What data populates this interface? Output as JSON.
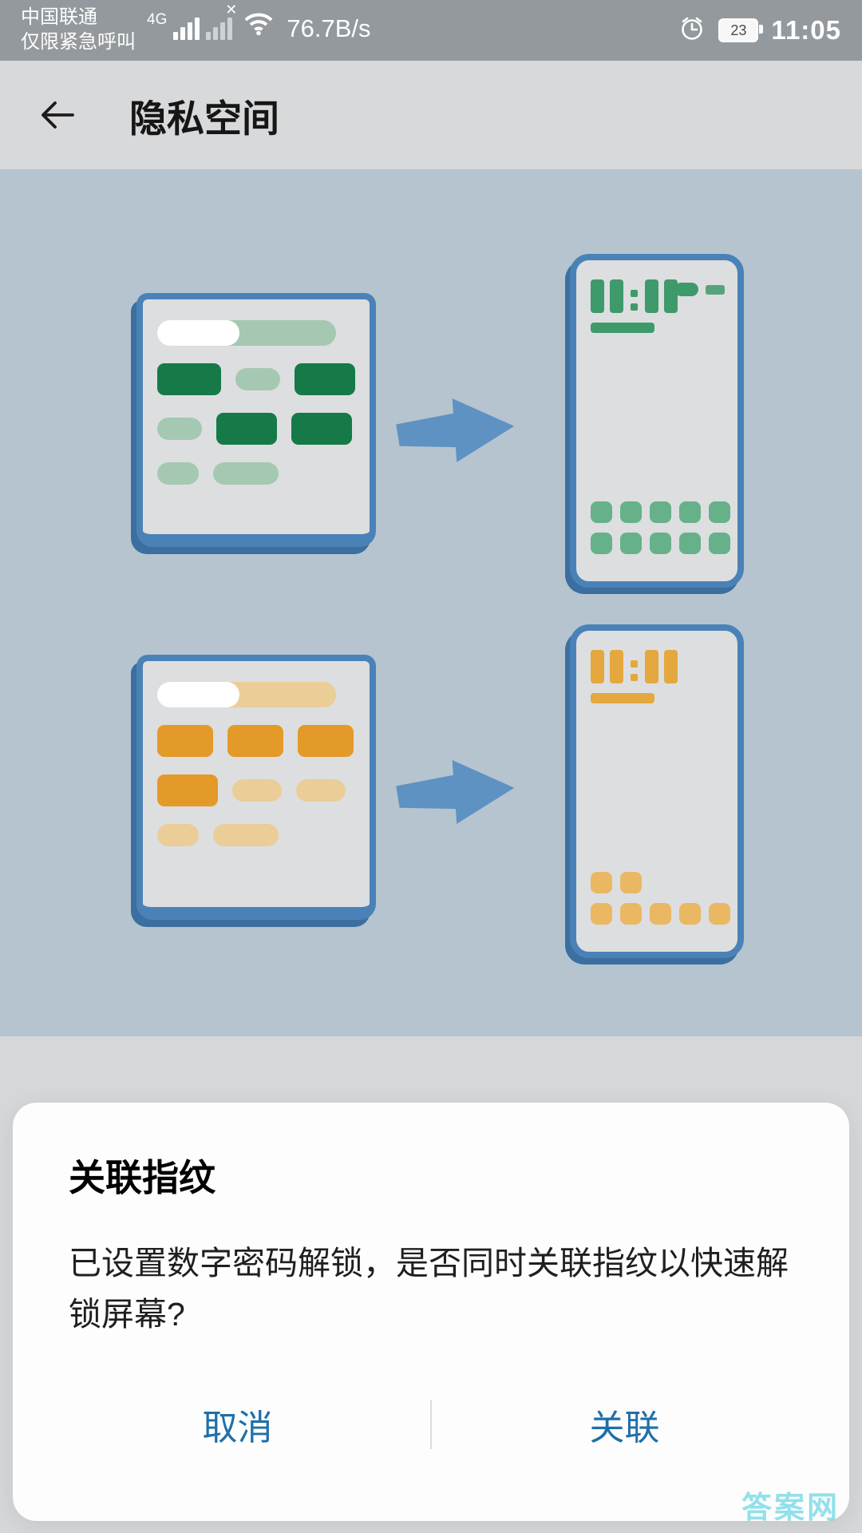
{
  "status_bar": {
    "carrier_line1": "中国联通",
    "carrier_line2": "仅限紧急呼叫",
    "network_type": "4G",
    "sim2_mark": "✕",
    "speed": "76.7B/s",
    "battery_level": "23",
    "time": "11:05"
  },
  "header": {
    "title": "隐私空间"
  },
  "dialog": {
    "title": "关联指纹",
    "message": "已设置数字密码解锁，是否同时关联指纹以快速解锁屏幕?",
    "cancel_label": "取消",
    "confirm_label": "关联"
  },
  "watermark": {
    "text": "答案网"
  },
  "colors": {
    "phone_border": "#4a82b8",
    "phone_shadow": "#3a6f9f",
    "arrow_blue": "#5d92c2",
    "green_dark": "#157a47",
    "green_light": "#a5c8b2",
    "green_widget": "#3f9a6b",
    "green_icon": "#66b189",
    "orange_dark": "#e49a28",
    "orange_light": "#ebcd97",
    "orange_widget": "#e4a83e",
    "orange_icon": "#eab763",
    "button_blue": "#1f6fa8",
    "watermark": "#29c5d8"
  }
}
